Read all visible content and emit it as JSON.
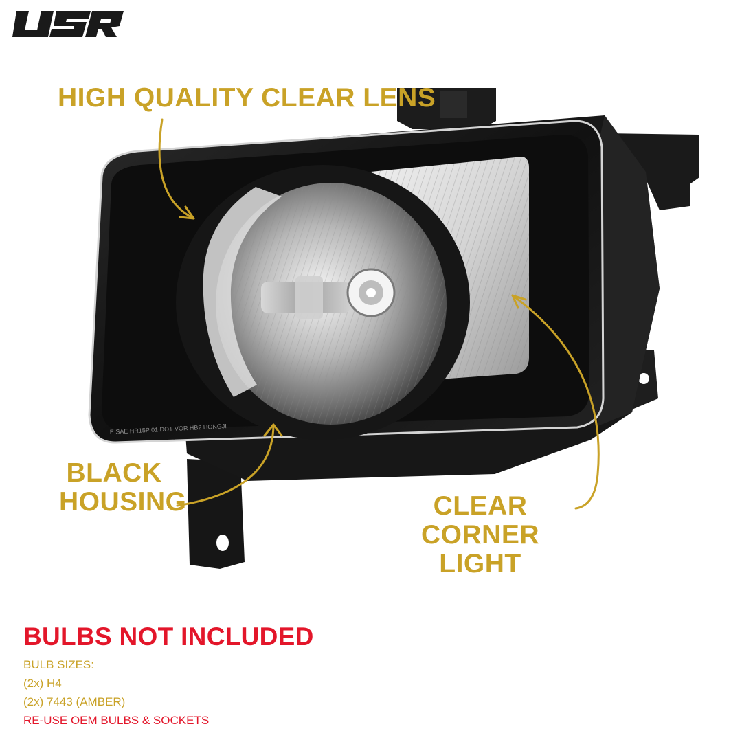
{
  "brand": {
    "logo_text": "USR",
    "colors": {
      "dark": "#1a1a1a",
      "accent_gold": "#c9a227",
      "alert_red": "#e3162a"
    }
  },
  "callouts": {
    "lens": "HIGH QUALITY CLEAR LENS",
    "housing": [
      "BLACK",
      "HOUSING"
    ],
    "corner": [
      "CLEAR CORNER",
      "LIGHT"
    ]
  },
  "lens_marking": "E SAE HR15P 01 DOT VOR HB2 HONGJI",
  "bulbs": {
    "title": "BULBS NOT INCLUDED",
    "sizes_label": "BULB SIZES:",
    "sizes": [
      "(2x) H4",
      "(2x) 7443 (AMBER)"
    ],
    "note": "RE-USE OEM BULBS & SOCKETS"
  }
}
